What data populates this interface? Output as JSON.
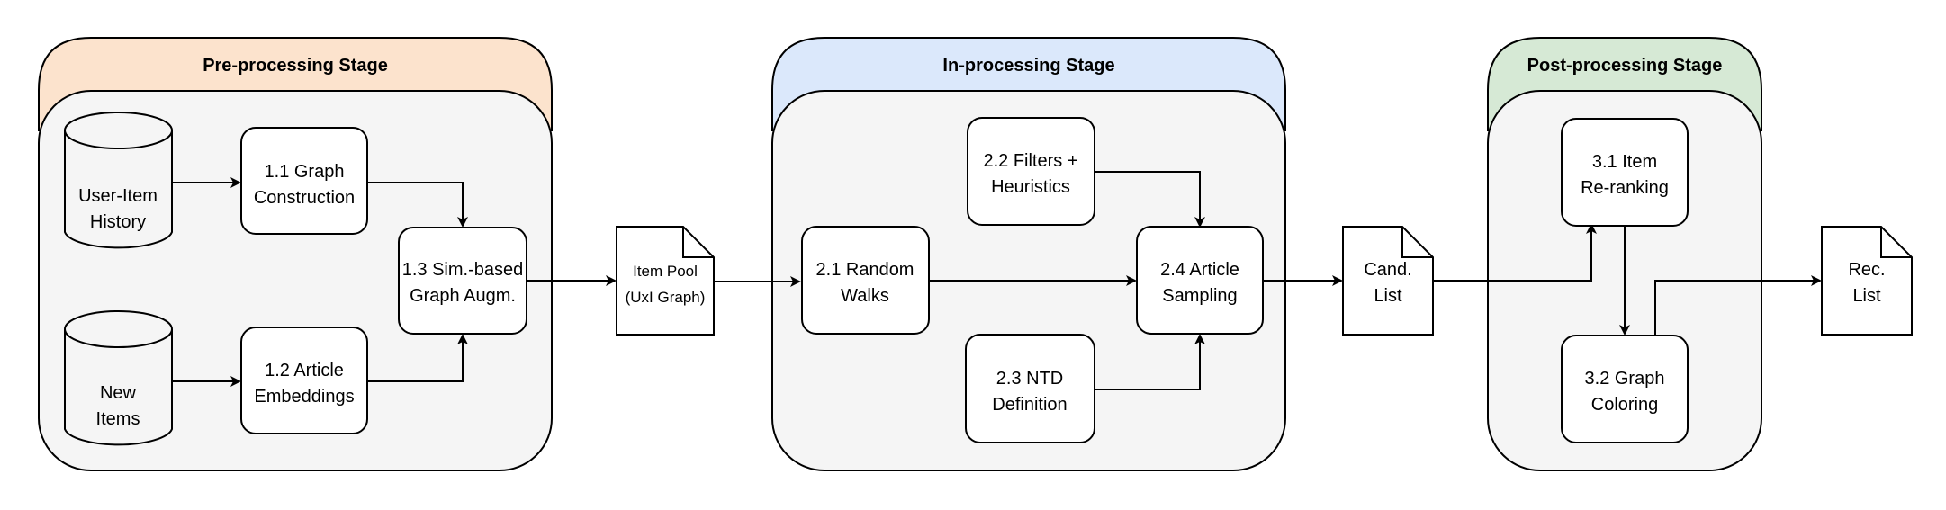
{
  "stages": [
    {
      "title": "Pre-processing Stage",
      "header_color": "#fce3cd"
    },
    {
      "title": "In-processing Stage",
      "header_color": "#dbe8fb"
    },
    {
      "title": "Post-processing Stage",
      "header_color": "#d6e9d5"
    }
  ],
  "body_color": "#f5f5f5",
  "nodes": {
    "history": [
      "User-Item",
      "History"
    ],
    "new_items": [
      "New",
      "Items"
    ],
    "n11": [
      "1.1 Graph",
      "Construction"
    ],
    "n12": [
      "1.2 Article",
      "Embeddings"
    ],
    "n13": [
      "1.3 Sim.-based",
      "Graph Augm."
    ],
    "item_pool": [
      "Item Pool",
      "(UxI Graph)"
    ],
    "n21": [
      "2.1 Random",
      "Walks"
    ],
    "n22": [
      "2.2 Filters +",
      "Heuristics"
    ],
    "n23": [
      "2.3 NTD",
      "Definition"
    ],
    "n24": [
      "2.4 Article",
      "Sampling"
    ],
    "cand_list": [
      "Cand.",
      "List"
    ],
    "n31": [
      "3.1 Item",
      "Re-ranking"
    ],
    "n32": [
      "3.2 Graph",
      "Coloring"
    ],
    "rec_list": [
      "Rec.",
      "List"
    ]
  }
}
